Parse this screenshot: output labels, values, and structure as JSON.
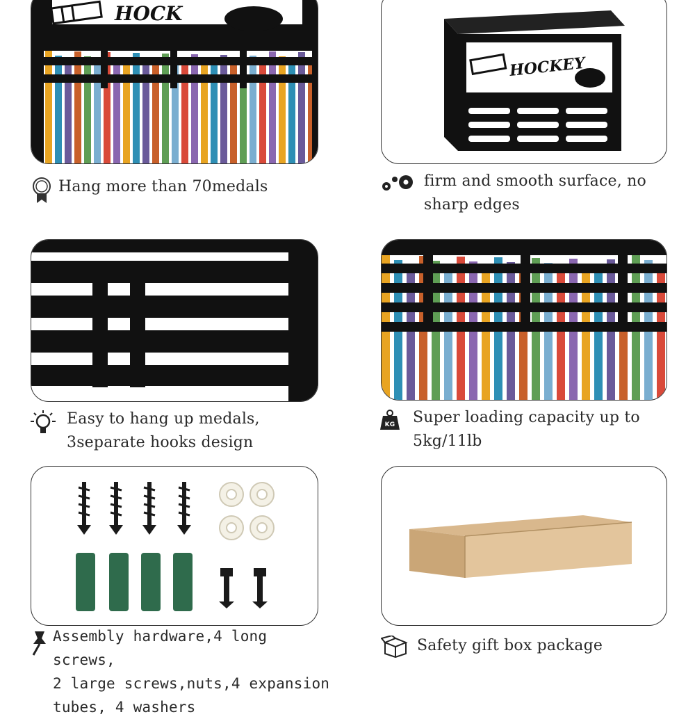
{
  "panels": {
    "hockey_word": "HOCKEY",
    "hockey_word_partial": "HOCK"
  },
  "captions": {
    "medals": "Hang more than 70medals",
    "surface": "firm and smooth surface, no\nsharp edges",
    "hooks": "Easy to hang up medals,\n3separate hooks design",
    "capacity": "Super loading capacity  up to\n5kg/11lb",
    "hardware": "Assembly hardware,4 long screws,\n2 large screws,nuts,4 expansion\ntubes, 4 washers",
    "giftbox": "Safety gift box package"
  },
  "icons": {
    "medals": "medal-badge-icon",
    "surface": "gears-icon",
    "hooks": "lightbulb-icon",
    "capacity": "kg-weight-icon",
    "capacity_label": "KG",
    "hardware": "pushpin-icon",
    "giftbox": "open-box-icon"
  },
  "ribbon_colors": [
    "#e8a422",
    "#2e8fb5",
    "#6a5a9a",
    "#c8602a",
    "#5f9e55",
    "#7aaed0",
    "#d94a3a",
    "#8a67b0"
  ]
}
